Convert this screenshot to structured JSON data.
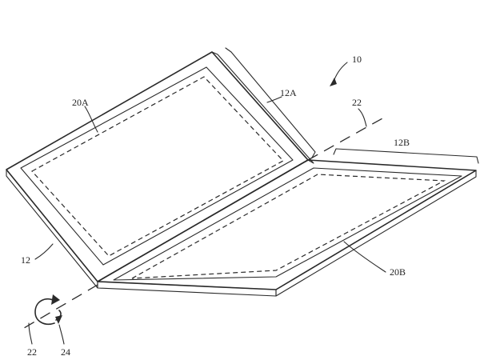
{
  "labels": {
    "device": "10",
    "housing_upper": "12A",
    "housing_lower": "12B",
    "housing": "12",
    "display_upper": "20A",
    "display_lower": "20B",
    "axis_top": "22",
    "axis_bottom": "22",
    "rotation": "24"
  },
  "colors": {
    "ink": "#2a2a2a",
    "background": "#ffffff"
  }
}
